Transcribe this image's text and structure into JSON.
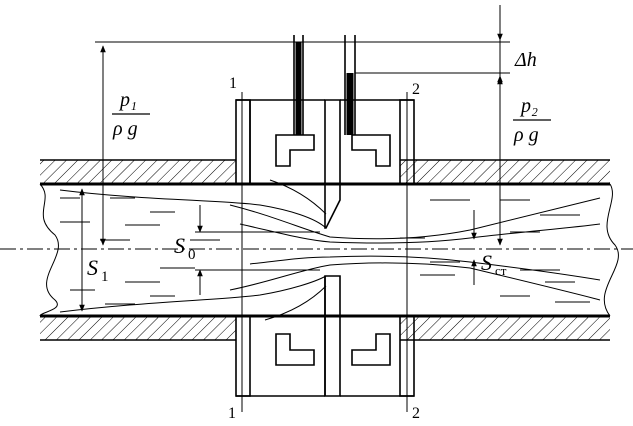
{
  "labels": {
    "p1_num": "p₁",
    "p1_den": "ρ g",
    "p2_num": "p₂",
    "p2_den": "ρ g",
    "delta_h": "Δh",
    "s0": "S",
    "s0_sub": "0",
    "s1": "S",
    "s1_sub": "1",
    "sct": "S",
    "sct_sub": "ст",
    "sec1_top": "1",
    "sec2_top": "2",
    "sec1_bot": "1",
    "sec2_bot": "2"
  }
}
